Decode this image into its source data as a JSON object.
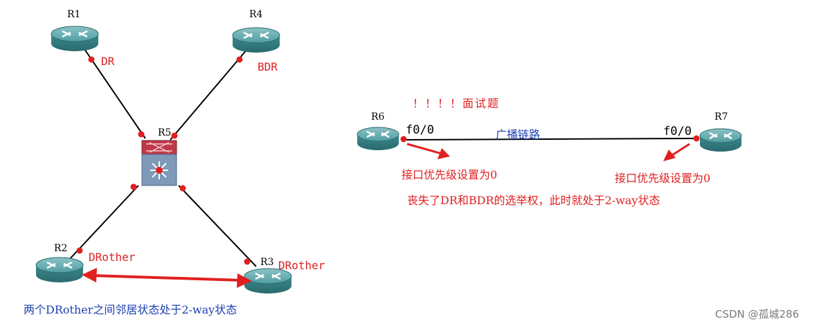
{
  "colors": {
    "red": "#e02020",
    "blue": "#1a3fb0",
    "router": "#3f8f94",
    "line": "#000000"
  },
  "nodes": {
    "r1": "R1",
    "r2": "R2",
    "r3": "R3",
    "r4": "R4",
    "r5": "R5",
    "r6": "R6",
    "r7": "R7"
  },
  "roles": {
    "r1": "DR",
    "r4": "BDR",
    "r2": "DRother",
    "r3": "DRother"
  },
  "left_caption": "两个DRother之间邻居状态处于2-way状态",
  "right": {
    "heading": "！！！！面试题",
    "link_label": "广播链路",
    "r6_iface": "f0/0",
    "r7_iface": "f0/0",
    "r6_note": "接口优先级设置为0",
    "r7_note": "接口优先级设置为0",
    "explanation": "丧失了DR和BDR的选举权，此时就处于2-way状态"
  },
  "watermark": "CSDN @孤城286"
}
